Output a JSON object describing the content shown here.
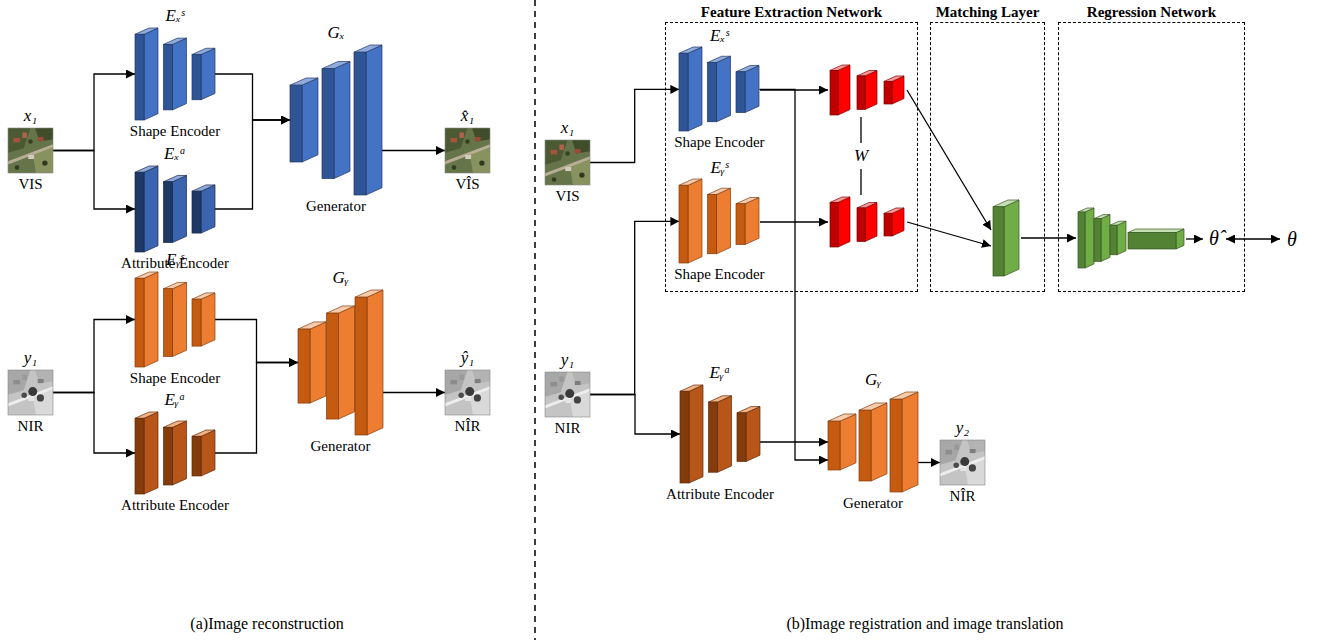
{
  "diagram": {
    "nodes": [
      {
        "text": [
          "x₁",
          "VIS"
        ]
      },
      {
        "text": [
          "Eₓˢ",
          "Shape Encoder"
        ]
      },
      {
        "text": [
          "Eₓᵃ",
          "Attribute Encoder"
        ]
      },
      {
        "text": [
          "Gₓ",
          "Generator"
        ]
      },
      {
        "text": [
          "x̂₁",
          "VÎS"
        ]
      },
      {
        "text": [
          "y₁",
          "NIR"
        ]
      },
      {
        "text": [
          "Eᵧˢ",
          "Shape Encoder"
        ]
      },
      {
        "text": [
          "Eᵧᵃ",
          "Attribute Encoder"
        ]
      },
      {
        "text": [
          "Gᵧ",
          "Generator"
        ]
      },
      {
        "text": [
          "ŷ₁",
          "NÎR"
        ]
      },
      {
        "text": [
          "x₁",
          "VIS"
        ]
      },
      {
        "text": [
          "Feature Extraction Network"
        ]
      },
      {
        "text": [
          "Eₓˢ",
          "Shape Encoder"
        ],
        "in": 11
      },
      {
        "text": [
          "Eᵧˢ",
          "Shape Encoder"
        ],
        "in": 11
      },
      {
        "text": [
          "Matching Layer"
        ]
      },
      {
        "text": [
          "Regression Network"
        ]
      },
      {
        "text": [
          "y₁",
          "NIR"
        ]
      },
      {
        "text": [
          "Eᵧᵃ",
          "Attribute Encoder"
        ]
      },
      {
        "text": [
          "Gᵧ",
          "Generator"
        ]
      },
      {
        "text": [
          "y₂",
          "NÎR"
        ]
      }
    ],
    "edges": [
      {
        "from": 0,
        "to": 1,
        "arrow": "to"
      },
      {
        "from": 0,
        "to": 2,
        "arrow": "to"
      },
      {
        "from": 1,
        "to": 3,
        "arrow": "to"
      },
      {
        "from": 2,
        "to": 3,
        "arrow": "to"
      },
      {
        "from": 3,
        "to": 4,
        "arrow": "to"
      },
      {
        "from": 5,
        "to": 6,
        "arrow": "to"
      },
      {
        "from": 5,
        "to": 7,
        "arrow": "to"
      },
      {
        "from": 6,
        "to": 8,
        "arrow": "to"
      },
      {
        "from": 7,
        "to": 8,
        "arrow": "to"
      },
      {
        "from": 8,
        "to": 9,
        "arrow": "to"
      },
      {
        "from": 10,
        "to": 12,
        "arrow": "to"
      },
      {
        "from": 16,
        "to": 13,
        "arrow": "to"
      },
      {
        "from": 16,
        "to": 17,
        "arrow": "to"
      },
      {
        "from": 12,
        "to": 18,
        "arrow": "to"
      },
      {
        "from": 17,
        "to": 18,
        "arrow": "to"
      },
      {
        "from": 18,
        "to": 19,
        "arrow": "to"
      }
    ],
    "labels": [
      "W",
      "θ̂",
      "θ",
      "(a)Image reconstruction",
      "(b)Image registration and image translation"
    ]
  }
}
